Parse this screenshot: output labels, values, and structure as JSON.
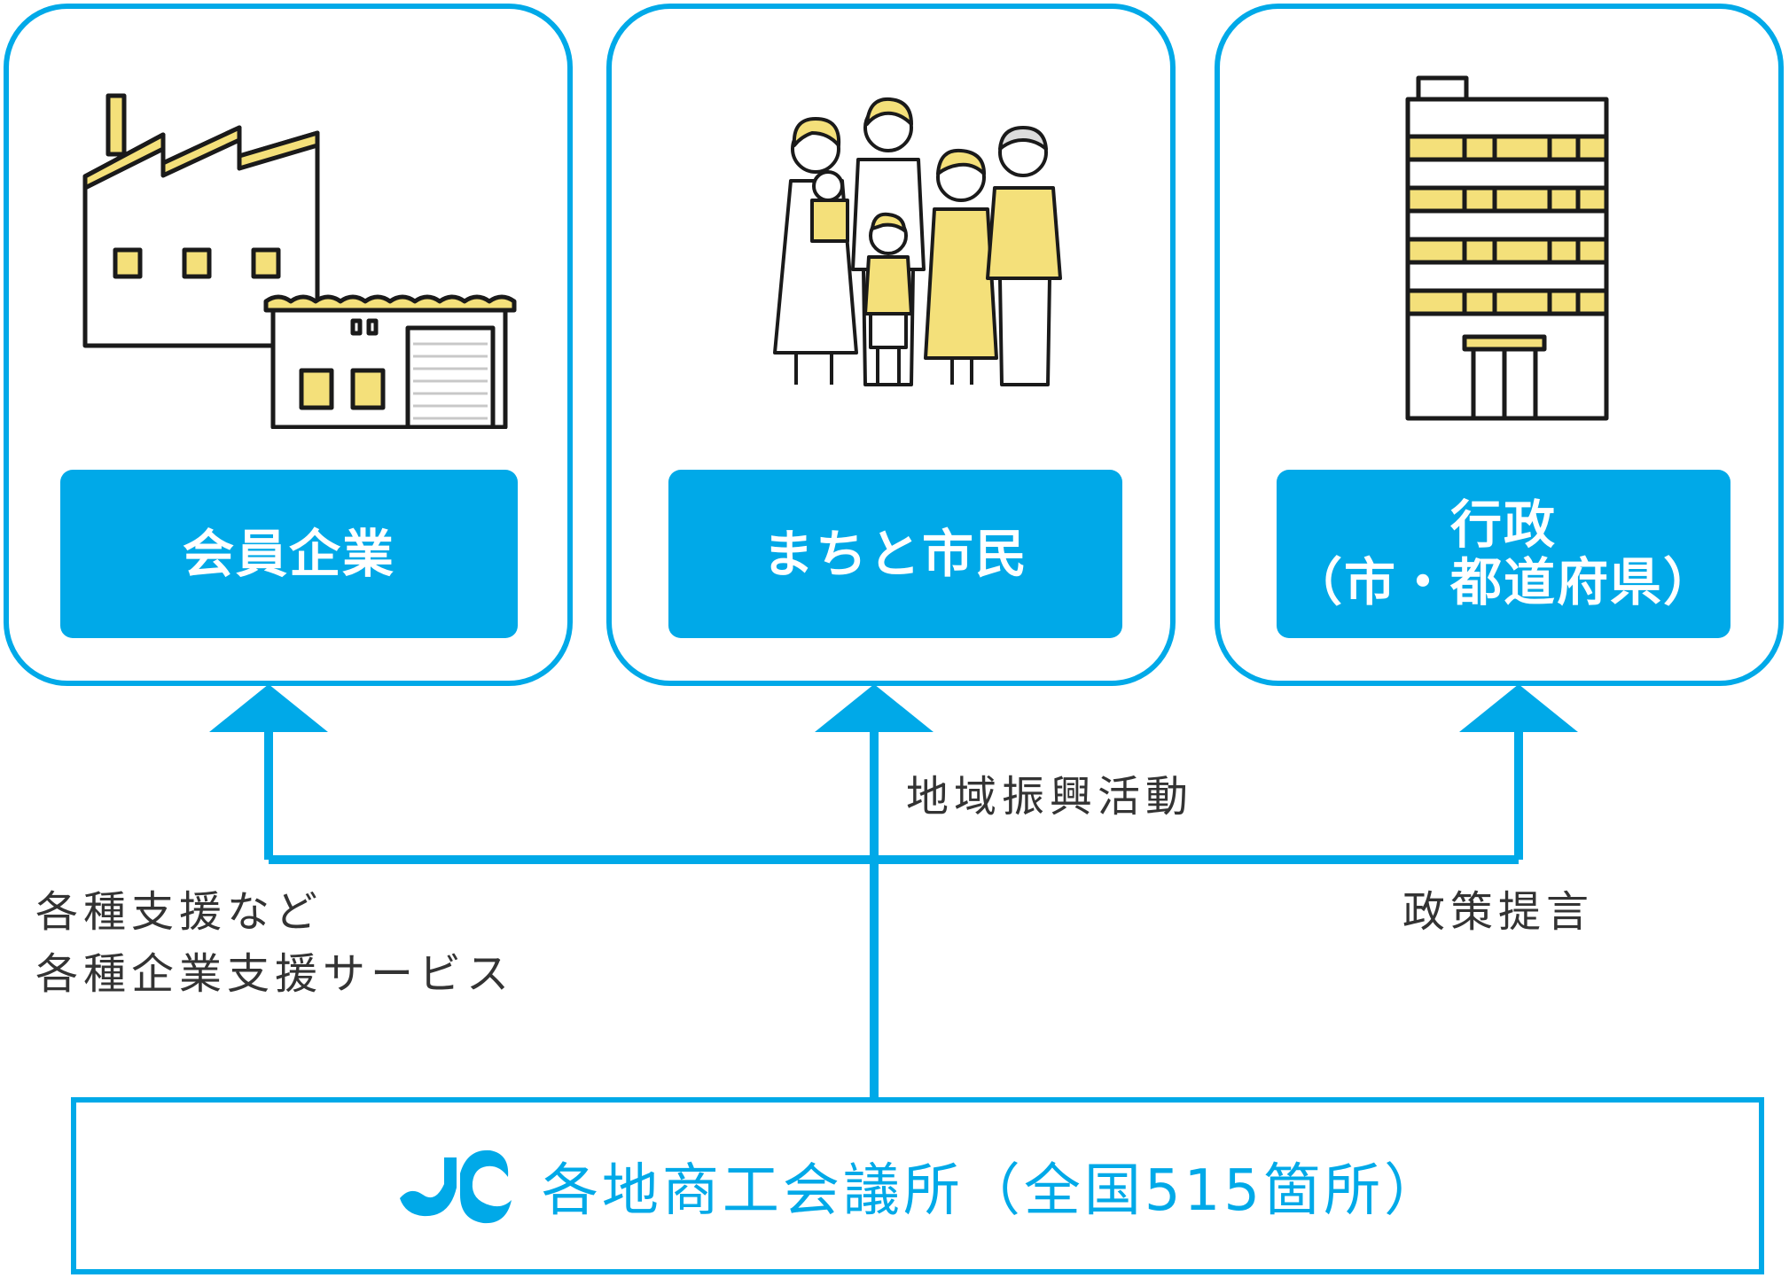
{
  "colors": {
    "accent": "#00a9e8",
    "illustration_fill": "#f4e07a",
    "ink": "#1a1a1a",
    "text": "#333333"
  },
  "cards": [
    {
      "icon": "factory-icon",
      "label_lines": [
        "会員企業"
      ]
    },
    {
      "icon": "family-icon",
      "label_lines": [
        "まちと市民"
      ]
    },
    {
      "icon": "office-building-icon",
      "label_lines": [
        "行政",
        "（市・都道府県）"
      ]
    }
  ],
  "annotations": {
    "regional": "地域振興活動",
    "support_line1": "各種支援など",
    "support_line2": "各種企業支援サービス",
    "policy": "政策提言"
  },
  "bottom": {
    "logo": "chamber-of-commerce-logo",
    "title": "各地商工会議所（全国515箇所）"
  }
}
